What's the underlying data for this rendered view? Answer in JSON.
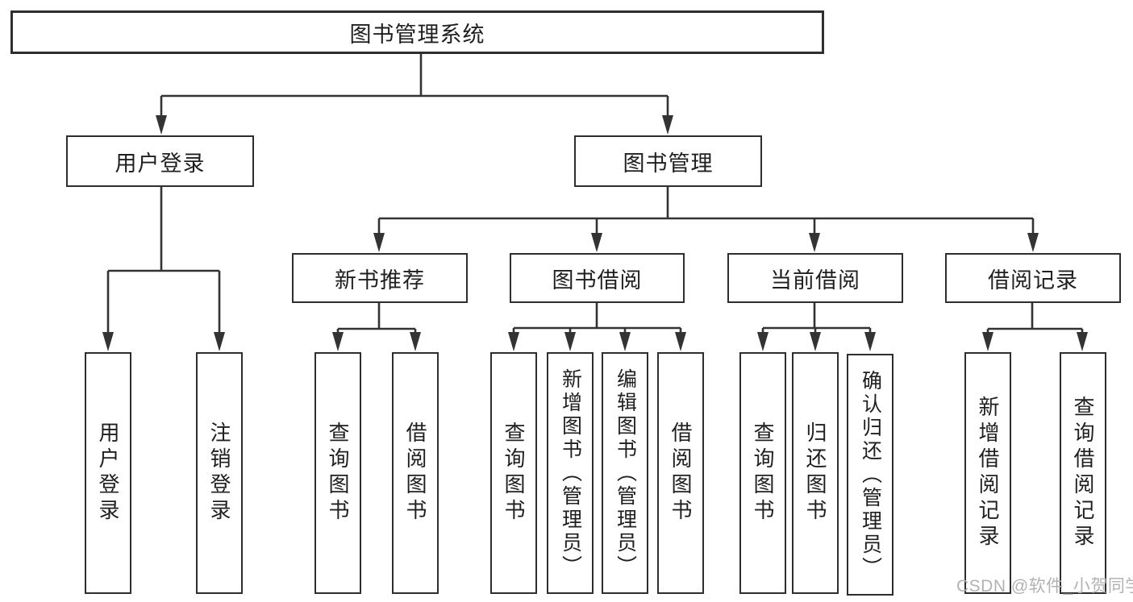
{
  "watermark": "CSDN @软件_小贺同学",
  "colors": {
    "line": "#333333",
    "box_border": "#2e2e2e",
    "text": "#1f1f1f",
    "watermark": "#b2b2b2",
    "background": "#ffffff"
  },
  "nodes": {
    "root": {
      "label": "图书管理系统"
    },
    "level2": [
      {
        "label": "用户登录"
      },
      {
        "label": "图书管理"
      }
    ],
    "level3": [
      {
        "label": "新书推荐",
        "parent": "图书管理"
      },
      {
        "label": "图书借阅",
        "parent": "图书管理"
      },
      {
        "label": "当前借阅",
        "parent": "图书管理"
      },
      {
        "label": "借阅记录",
        "parent": "图书管理"
      }
    ],
    "leaves": [
      {
        "label": "用户登录",
        "parent": "用户登录"
      },
      {
        "label": "注销登录",
        "parent": "用户登录"
      },
      {
        "label": "查询图书",
        "parent": "新书推荐"
      },
      {
        "label": "借阅图书",
        "parent": "新书推荐"
      },
      {
        "label": "查询图书",
        "parent": "图书借阅"
      },
      {
        "label": "新增图书（管理员）",
        "parent": "图书借阅"
      },
      {
        "label": "编辑图书（管理员）",
        "parent": "图书借阅"
      },
      {
        "label": "借阅图书",
        "parent": "图书借阅"
      },
      {
        "label": "查询图书",
        "parent": "当前借阅"
      },
      {
        "label": "归还图书",
        "parent": "当前借阅"
      },
      {
        "label": "确认归还（管理员）",
        "parent": "当前借阅"
      },
      {
        "label": "新增借阅记录",
        "parent": "借阅记录"
      },
      {
        "label": "查询借阅记录",
        "parent": "借阅记录"
      }
    ]
  }
}
